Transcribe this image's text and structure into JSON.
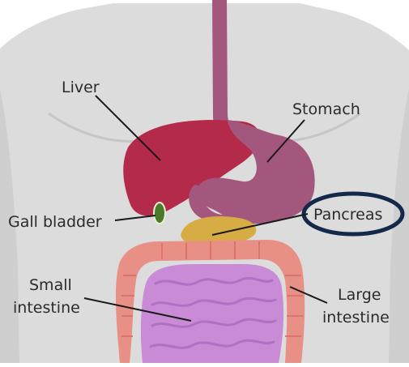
{
  "labels": {
    "liver": "Liver",
    "stomach": "Stomach",
    "gall_bladder": "Gall bladder",
    "pancreas": "Pancreas",
    "small_intestine_line1": "Small",
    "small_intestine_line2": "intestine",
    "large_intestine_line1": "Large",
    "large_intestine_line2": "intestine"
  },
  "colors": {
    "background": "#ffffff",
    "body": "#dcdcdc",
    "body_shadow": "#c9c9c9",
    "liver": "#b42a4a",
    "stomach": "#a4577d",
    "oesophagus": "#a4577d",
    "gall_bladder": "#4a7a2a",
    "pancreas": "#d8ac45",
    "small_intestine": "#c98bd6",
    "large_intestine": "#e88f86",
    "highlight_ring": "#14284b",
    "leader_line": "#1a1a1a"
  }
}
